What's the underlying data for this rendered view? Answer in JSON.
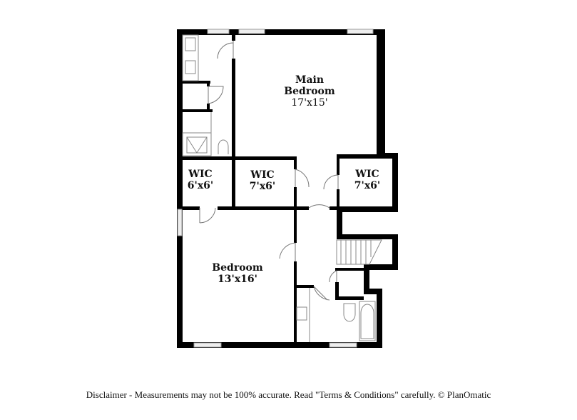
{
  "rooms": {
    "main_bedroom": {
      "name_line1": "Main",
      "name_line2": "Bedroom",
      "size": "17'x15'"
    },
    "wic_left": {
      "name": "WIC",
      "size": "6'x6'"
    },
    "wic_middle": {
      "name": "WIC",
      "size": "7'x6'"
    },
    "wic_right": {
      "name": "WIC",
      "size": "7'x6'"
    },
    "bedroom": {
      "name": "Bedroom",
      "size": "13'x16'"
    }
  },
  "disclaimer": "Disclaimer - Measurements may not be 100% accurate. Read \"Terms & Conditions\" carefully. © PlanOmatic",
  "colors": {
    "wall": "#000000",
    "window": "#e6e6e6",
    "fixture": "#888888"
  }
}
